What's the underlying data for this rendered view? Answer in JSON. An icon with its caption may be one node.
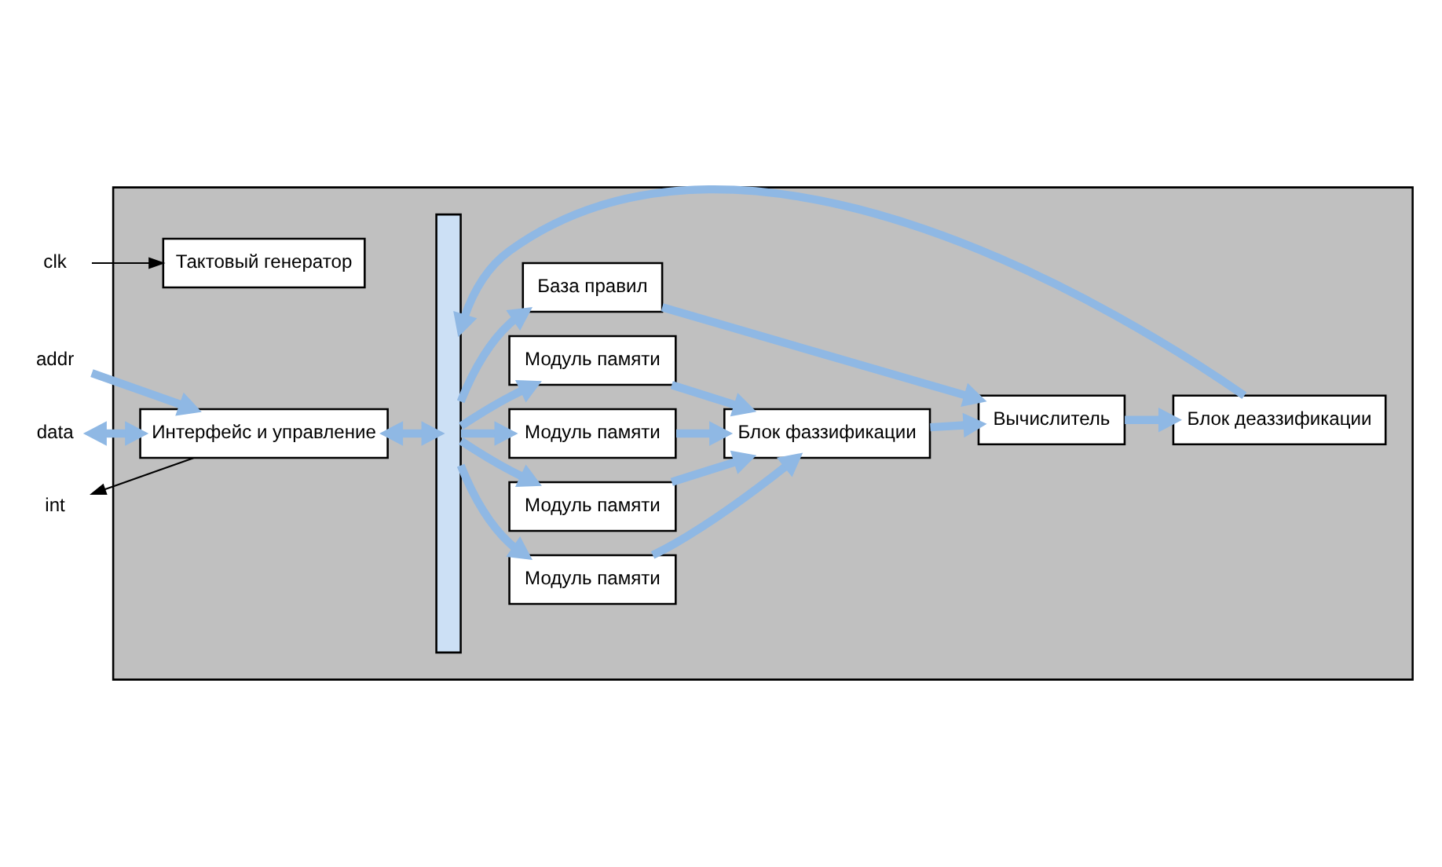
{
  "diagram": {
    "nodes": [
      {
        "text": [],
        "shape": "box"
      },
      {
        "text": [
          "clk"
        ]
      },
      {
        "text": [
          "Тактовый генератор"
        ],
        "in": 0
      },
      {
        "text": [
          "addr"
        ]
      },
      {
        "text": [
          "data"
        ]
      },
      {
        "text": [
          "int"
        ]
      },
      {
        "text": [
          "Интерфейс и управление"
        ],
        "in": 0
      },
      {
        "text": [],
        "shape": "bar",
        "in": 0
      },
      {
        "text": [
          "Модуль памяти"
        ],
        "in": 0
      },
      {
        "text": [
          "Модуль памяти"
        ],
        "in": 0
      },
      {
        "text": [
          "Модуль памяти"
        ],
        "in": 0
      },
      {
        "text": [
          "Модуль памяти"
        ],
        "in": 0
      },
      {
        "text": [
          "Блок фаззификации"
        ],
        "in": 0
      },
      {
        "text": [
          "Вычислитель"
        ],
        "in": 0
      },
      {
        "text": [
          "Блок деаззификации"
        ],
        "in": 0
      },
      {
        "text": [
          "База правил"
        ],
        "in": 0
      }
    ],
    "edges": [
      {
        "from": 1,
        "to": 2,
        "arrow": "to",
        "color": "#000000"
      },
      {
        "from": 3,
        "to": 6,
        "arrow": "to"
      },
      {
        "from": 4,
        "to": 6,
        "arrow": "both"
      },
      {
        "from": 6,
        "to": 5,
        "arrow": "to",
        "color": "#000000"
      },
      {
        "from": 6,
        "to": 7,
        "arrow": "both"
      },
      {
        "from": 7,
        "to": 8,
        "arrow": "to"
      },
      {
        "from": 7,
        "to": 9,
        "arrow": "to"
      },
      {
        "from": 7,
        "to": 10,
        "arrow": "to"
      },
      {
        "from": 7,
        "to": 11,
        "arrow": "to"
      },
      {
        "from": 7,
        "to": 15,
        "arrow": "to"
      },
      {
        "from": 8,
        "to": 12,
        "arrow": "to"
      },
      {
        "from": 9,
        "to": 12,
        "arrow": "to"
      },
      {
        "from": 10,
        "to": 12,
        "arrow": "to"
      },
      {
        "from": 11,
        "to": 12,
        "arrow": "to"
      },
      {
        "from": 12,
        "to": 13,
        "arrow": "to"
      },
      {
        "from": 15,
        "to": 13,
        "arrow": "to"
      },
      {
        "from": 13,
        "to": 14,
        "arrow": "to"
      },
      {
        "from": 14,
        "to": 7,
        "arrow": "to"
      }
    ]
  }
}
